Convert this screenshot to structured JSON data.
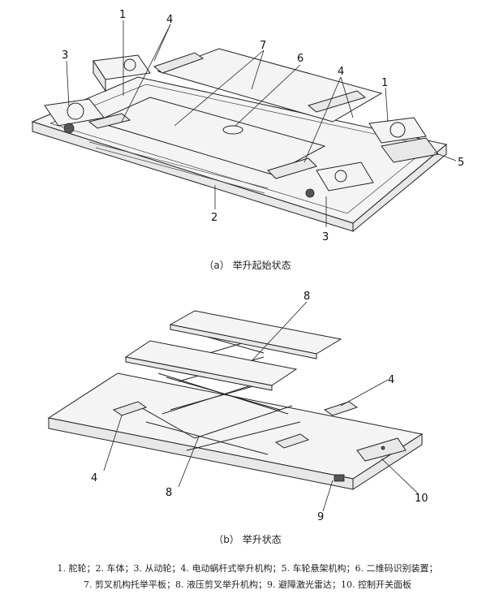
{
  "diagram_a": {
    "caption": "（a）  举升起始状态",
    "callouts": [
      "1",
      "4",
      "3",
      "7",
      "6",
      "4",
      "1",
      "5",
      "2",
      "3"
    ]
  },
  "diagram_b": {
    "caption": "（b）  举升状态",
    "callouts": [
      "8",
      "4",
      "4",
      "8",
      "9",
      "10"
    ]
  },
  "legend": {
    "line1": "1. 舵轮；2. 车体；3. 从动轮；4. 电动蜗杆式举升机构；5. 车轮悬架机构；6. 二维码识别装置；",
    "line2": "7. 剪叉机构托举平板；8. 液压剪叉举升机构；9. 避障激光雷达；10. 控制开关面板"
  }
}
